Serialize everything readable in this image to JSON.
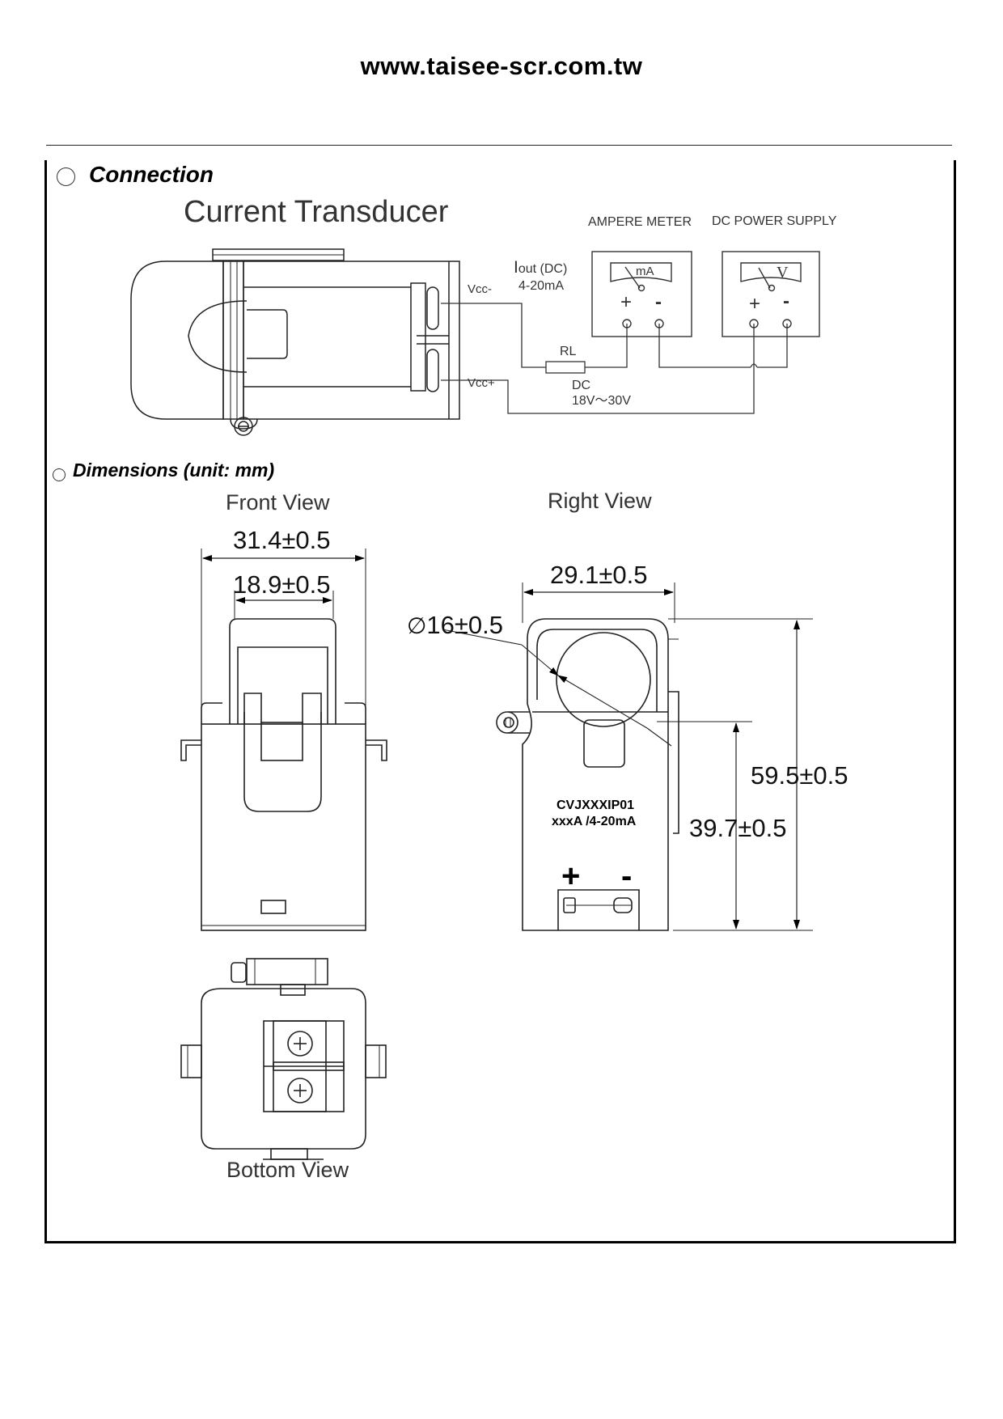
{
  "header": {
    "website": "www.taisee-scr.com.tw"
  },
  "connection": {
    "heading": "Connection",
    "title": "Current Transducer",
    "vcc_minus": "Vcc-",
    "vcc_plus": "Vcc+",
    "iout_prefix": "I",
    "iout_suffix": "out (DC)",
    "iout_range": "4-20mA",
    "ampere_meter": "AMPERE METER",
    "ampere_unit": "mA",
    "power_supply": "DC POWER SUPPLY",
    "voltage_unit": "V",
    "plus": "+",
    "minus": "-",
    "resistor": "RL",
    "dc": "DC",
    "dc_range": "18V～30V"
  },
  "dimensions": {
    "heading": "Dimensions (unit: mm)",
    "front_view": "Front View",
    "right_view": "Right View",
    "bottom_view": "Bottom View",
    "front_width": "31.4±0.5",
    "front_inner_width": "18.9±0.5",
    "right_width": "29.1±0.5",
    "diameter_symbol": "∅",
    "hole_diameter": "16±0.5",
    "total_height": "59.5±0.5",
    "body_height": "39.7±0.5",
    "model": "CVJXXXIP01",
    "rating": "xxxA /4-20mA",
    "terminal_plus": "+",
    "terminal_minus": "-"
  }
}
